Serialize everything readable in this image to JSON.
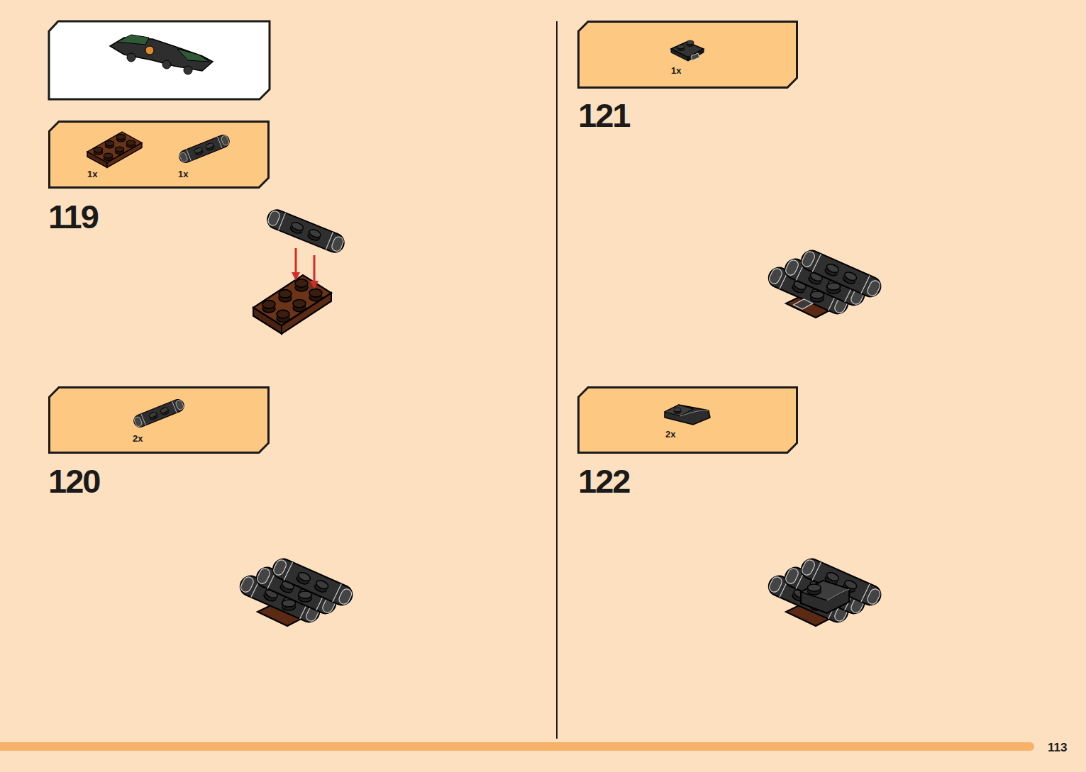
{
  "diagram": {
    "nodes": [
      {
        "text": [
          "1x",
          "1x"
        ]
      },
      {
        "text": [
          "2x"
        ]
      },
      {
        "text": [
          "1x"
        ]
      },
      {
        "text": [
          "2x"
        ]
      }
    ],
    "labels": [
      "119",
      "120",
      "121",
      "122",
      "113"
    ]
  }
}
